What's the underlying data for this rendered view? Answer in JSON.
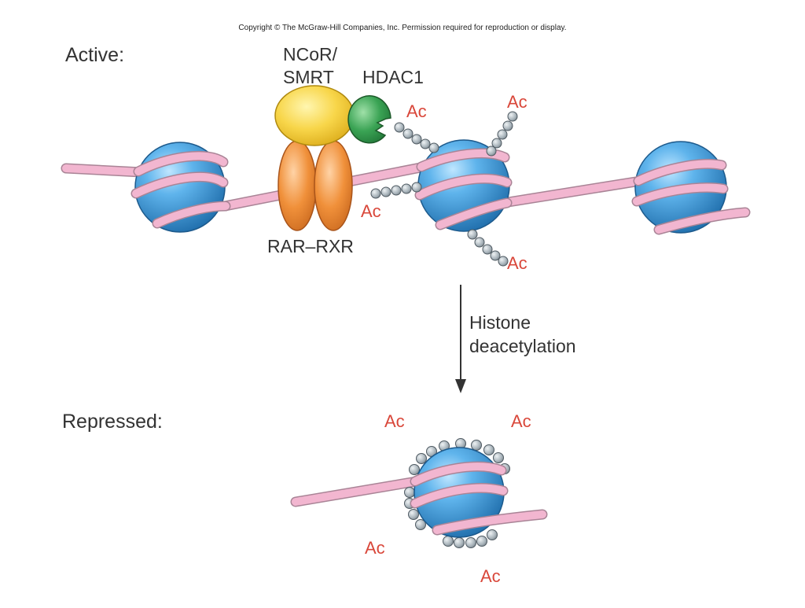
{
  "copyright": "Copyright © The McGraw-Hill Companies, Inc. Permission required for reproduction or display.",
  "states": {
    "active": "Active:",
    "repressed": "Repressed:"
  },
  "labels": {
    "corepressor_line1": "NCoR/",
    "corepressor_line2": "SMRT",
    "hdac": "HDAC1",
    "receptor": "RAR–RXR",
    "acetyl": "Ac",
    "process_line1": "Histone",
    "process_line2": "deacetylation"
  },
  "colors": {
    "nucleosome": "#3f9fdc",
    "dna": "#f2b6d0",
    "ncor": "#f8d64a",
    "hdac": "#3aa354",
    "receptor": "#f0903a",
    "acetyl_bead": "#a9b4bb",
    "acetyl_text": "#d9473a"
  }
}
